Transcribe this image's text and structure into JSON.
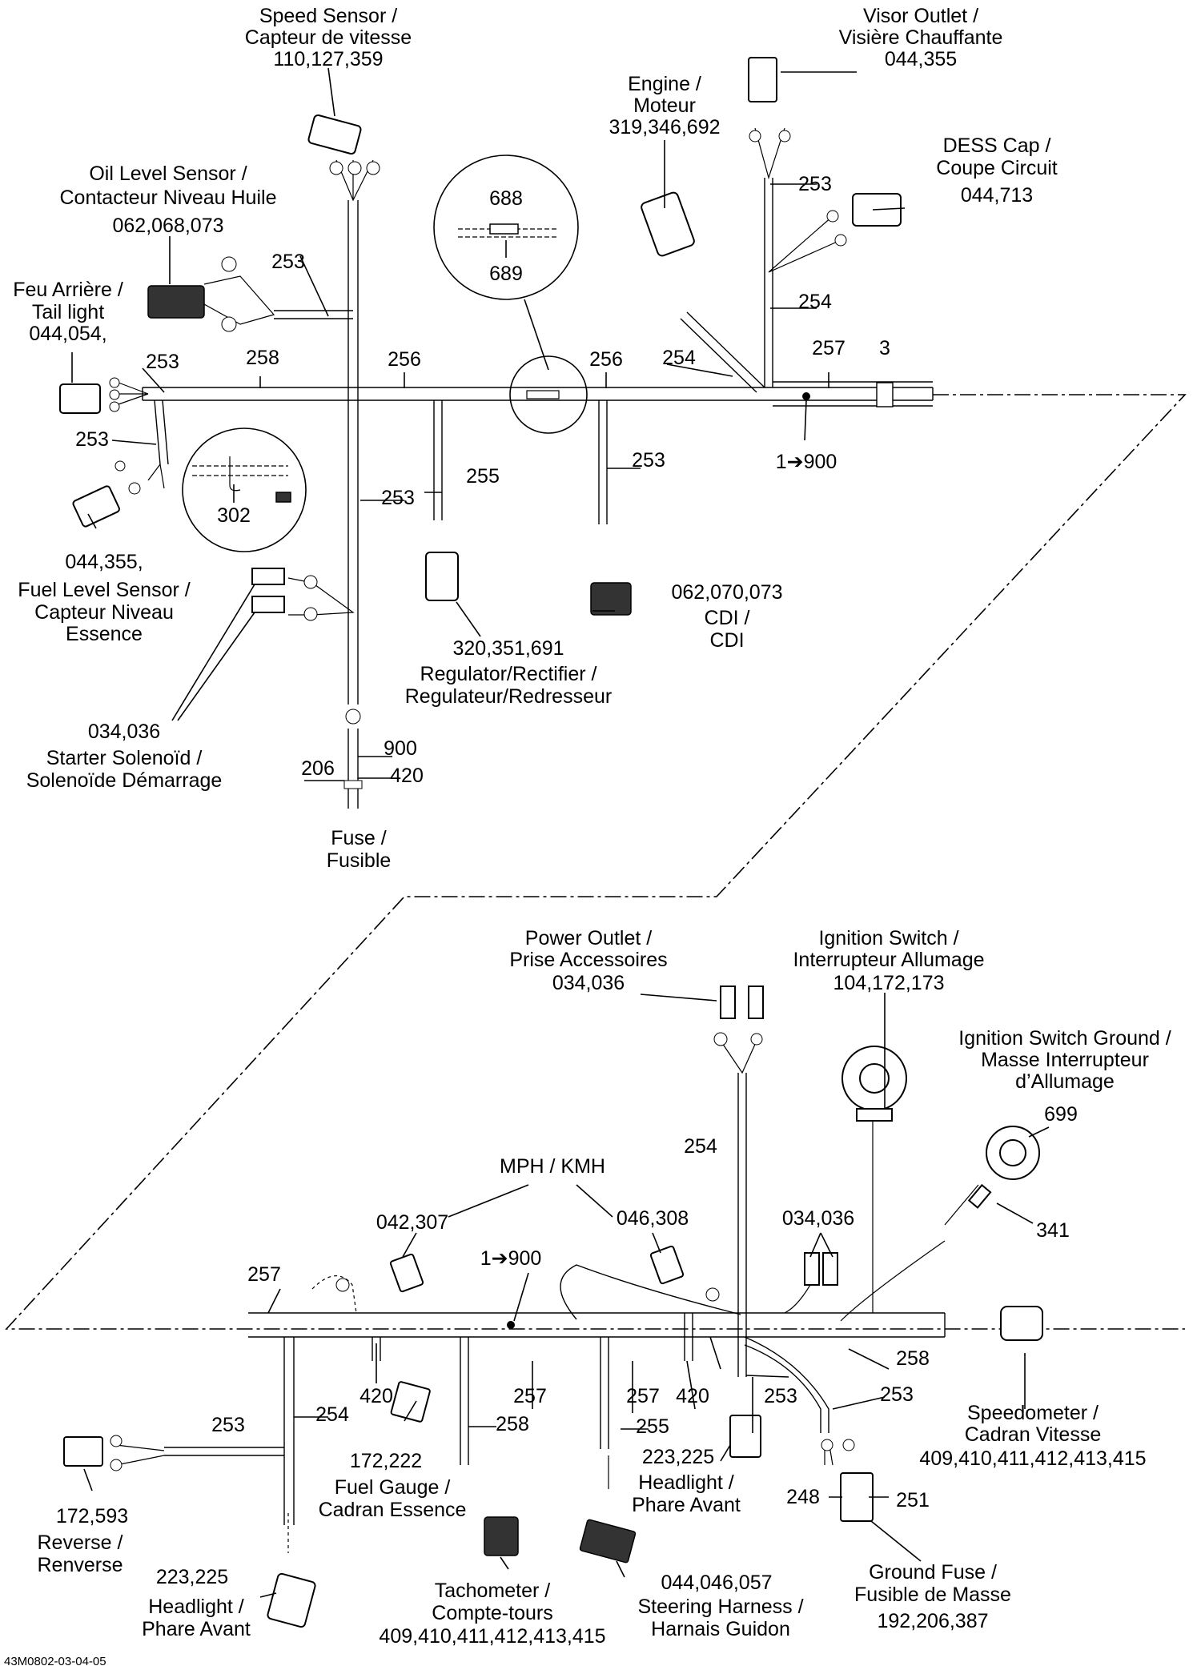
{
  "diagram_id": "43M0802-03-04-05",
  "labels": {
    "speed_sensor": [
      "Speed Sensor /",
      "Capteur de vitesse",
      "110,127,359"
    ],
    "visor_outlet": [
      "Visor Outlet /",
      "Visière Chauffante",
      "044,355"
    ],
    "engine": [
      "Engine /",
      "Moteur",
      "319,346,692"
    ],
    "dess_cap": [
      "DESS Cap /",
      "Coupe Circuit",
      "044,713"
    ],
    "oil_level": [
      "Oil Level Sensor /",
      "Contacteur Niveau Huile",
      "062,068,073"
    ],
    "tail_light": [
      "Feu Arrière /",
      "Tail light",
      "044,054,"
    ],
    "fuel_level": [
      "044,355,",
      "Fuel Level Sensor /",
      "Capteur Niveau",
      "Essence"
    ],
    "cdi": [
      "062,070,073",
      "CDI /",
      "CDI"
    ],
    "regulator": [
      "320,351,691",
      "Regulator/Rectifier /",
      "Regulateur/Redresseur"
    ],
    "starter": [
      "034,036",
      "Starter Solenoïd /",
      "Solenoïde Démarrage"
    ],
    "fuse": [
      "Fuse /",
      "Fusible"
    ],
    "power_outlet": [
      "Power Outlet /",
      "Prise Accessoires",
      "034,036"
    ],
    "ignition_switch": [
      "Ignition Switch /",
      "Interrupteur Allumage",
      "104,172,173"
    ],
    "ignition_ground": [
      "Ignition Switch Ground /",
      "Masse Interrupteur",
      "d’Allumage"
    ],
    "mph_kmh": "MPH / KMH",
    "speedometer": [
      "Speedometer /",
      "Cadran Vitesse",
      "409,410,411,412,413,415"
    ],
    "reverse": [
      "172,593",
      "Reverse /",
      "Renverse"
    ],
    "headlight_left": [
      "223,225",
      "Headlight /",
      "Phare Avant"
    ],
    "fuel_gauge": [
      "172,222",
      "Fuel Gauge /",
      "Cadran Essence"
    ],
    "tachometer": [
      "Tachometer /",
      "Compte-tours",
      "409,410,411,412,413,415"
    ],
    "steering": [
      "044,046,057",
      "Steering Harness /",
      "Harnais Guidon"
    ],
    "headlight_right": [
      "223,225",
      "Headlight /",
      "Phare Avant"
    ],
    "ground_fuse": [
      "Ground Fuse /",
      "Fusible de Masse",
      "192,206,387"
    ]
  },
  "refs": {
    "r688": "688",
    "r689": "689",
    "r302": "302",
    "r3": "3",
    "r900": "900",
    "r420": "420",
    "r206": "206",
    "r699": "699",
    "r341": "341",
    "r248": "248",
    "r251": "251",
    "r900_range": "1➔900",
    "n042_307": "042,307",
    "n046_308": "046,308",
    "n034_036b": "034,036",
    "h253": "253",
    "h254": "254",
    "h255": "255",
    "h256": "256",
    "h257": "257",
    "h258": "258"
  },
  "colors": {
    "line": "#000000",
    "background": "#ffffff"
  }
}
